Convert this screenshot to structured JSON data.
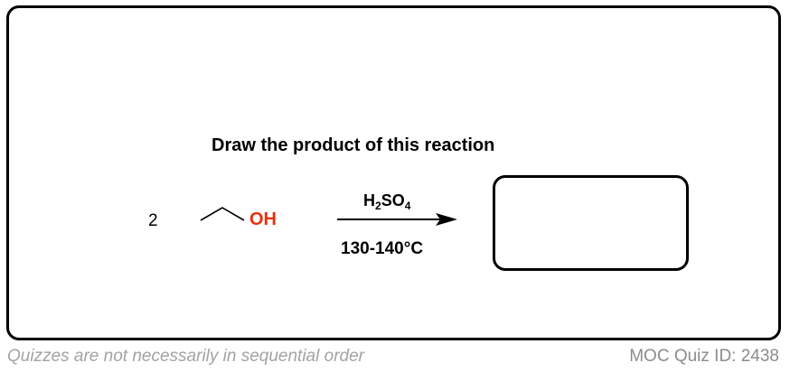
{
  "quiz": {
    "prompt": "Draw the product of this reaction",
    "reaction": {
      "coefficient": "2",
      "reactant_group": "OH",
      "reagent": {
        "h": "H",
        "h_sub": "2",
        "so": "SO",
        "so_sub": "4"
      },
      "condition": "130-140°C"
    }
  },
  "footer": {
    "note": "Quizzes are not necessarily in sequential order",
    "quiz_id": "MOC Quiz ID: 2438"
  },
  "colors": {
    "oxygen": "#e8300e",
    "border": "#000000",
    "footer_note": "#a3a3a3",
    "footer_id": "#8c8c8c"
  }
}
